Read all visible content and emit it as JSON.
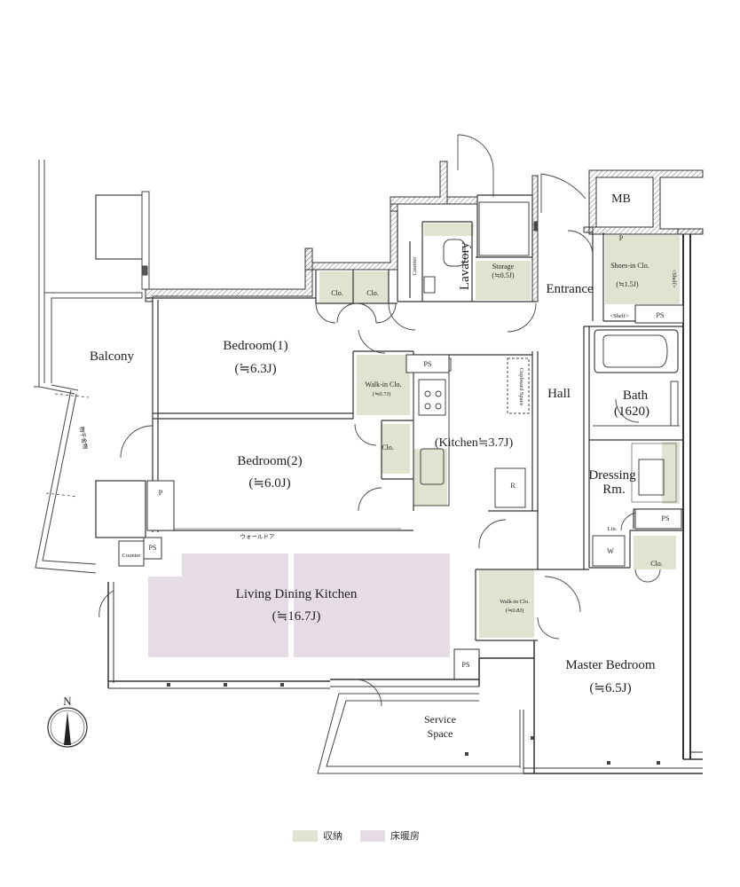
{
  "rooms": {
    "balcony": "Balcony",
    "bedroom1": "Bedroom(1)",
    "bedroom1_size": "(≒6.3J)",
    "bedroom2": "Bedroom(2)",
    "bedroom2_size": "(≒6.0J)",
    "ldk": "Living Dining Kitchen",
    "ldk_size": "(≒16.7J)",
    "kitchen": "(Kitchen≒3.7J)",
    "hall": "Hall",
    "entrance": "Entrance",
    "lavatory": "Lavatory",
    "storage": "Storage",
    "storage_size": "(≒0.5J)",
    "shoes": "Shoes-in Clo.",
    "shoes_size": "(≒1.5J)",
    "bath": "Bath",
    "bath_size": "(1620)",
    "dressing_line1": "Dressing",
    "dressing_line2": "Rm.",
    "master": "Master Bedroom",
    "master_size": "(≒6.5J)",
    "service_line1": "Service",
    "service_line2": "Space",
    "mb": "MB"
  },
  "fixtures": {
    "clo": "Clo.",
    "ps": "PS",
    "p": "P",
    "counter": "Counter",
    "walkin": "Walk-in Clo.",
    "walkin1_size": "(≒0.7J)",
    "walkin2_size": "(≒0.8J)",
    "cupboard": "Cupboard Space",
    "shelf": "<Shelf>",
    "r": "R",
    "w": "W",
    "lin": "Lin.",
    "wall_door": "ウォールドア",
    "drying": "物干金物"
  },
  "compass": "N",
  "legend": [
    {
      "color": "#dfe3d0",
      "label": "収納"
    },
    {
      "color": "#e6dce6",
      "label": "床暖房"
    }
  ]
}
